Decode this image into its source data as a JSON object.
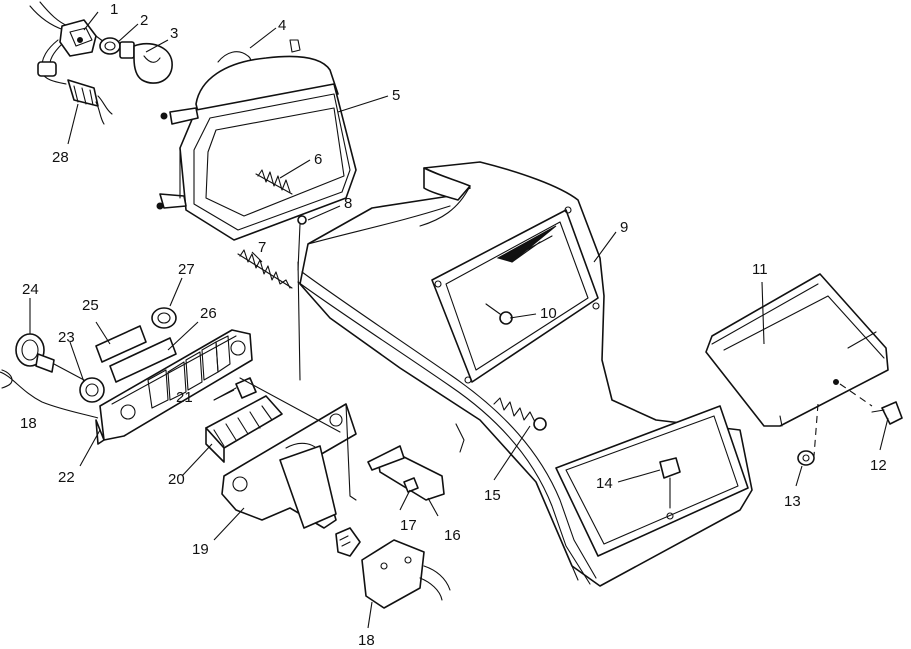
{
  "diagram": {
    "callouts": [
      {
        "id": "c1",
        "text": "1"
      },
      {
        "id": "c2",
        "text": "2"
      },
      {
        "id": "c3",
        "text": "3"
      },
      {
        "id": "c4",
        "text": "4"
      },
      {
        "id": "c5",
        "text": "5"
      },
      {
        "id": "c6",
        "text": "6"
      },
      {
        "id": "c7",
        "text": "7"
      },
      {
        "id": "c8",
        "text": "8"
      },
      {
        "id": "c9",
        "text": "9"
      },
      {
        "id": "c10",
        "text": "10"
      },
      {
        "id": "c11",
        "text": "11"
      },
      {
        "id": "c12",
        "text": "12"
      },
      {
        "id": "c13",
        "text": "13"
      },
      {
        "id": "c14",
        "text": "14"
      },
      {
        "id": "c15",
        "text": "15"
      },
      {
        "id": "c16",
        "text": "16"
      },
      {
        "id": "c17",
        "text": "17"
      },
      {
        "id": "c18a",
        "text": "18"
      },
      {
        "id": "c18b",
        "text": "18"
      },
      {
        "id": "c19",
        "text": "19"
      },
      {
        "id": "c20",
        "text": "20"
      },
      {
        "id": "c21",
        "text": "21"
      },
      {
        "id": "c22",
        "text": "22"
      },
      {
        "id": "c23",
        "text": "23"
      },
      {
        "id": "c24",
        "text": "24"
      },
      {
        "id": "c25",
        "text": "25"
      },
      {
        "id": "c26",
        "text": "26"
      },
      {
        "id": "c27",
        "text": "27"
      },
      {
        "id": "c28",
        "text": "28"
      }
    ]
  }
}
